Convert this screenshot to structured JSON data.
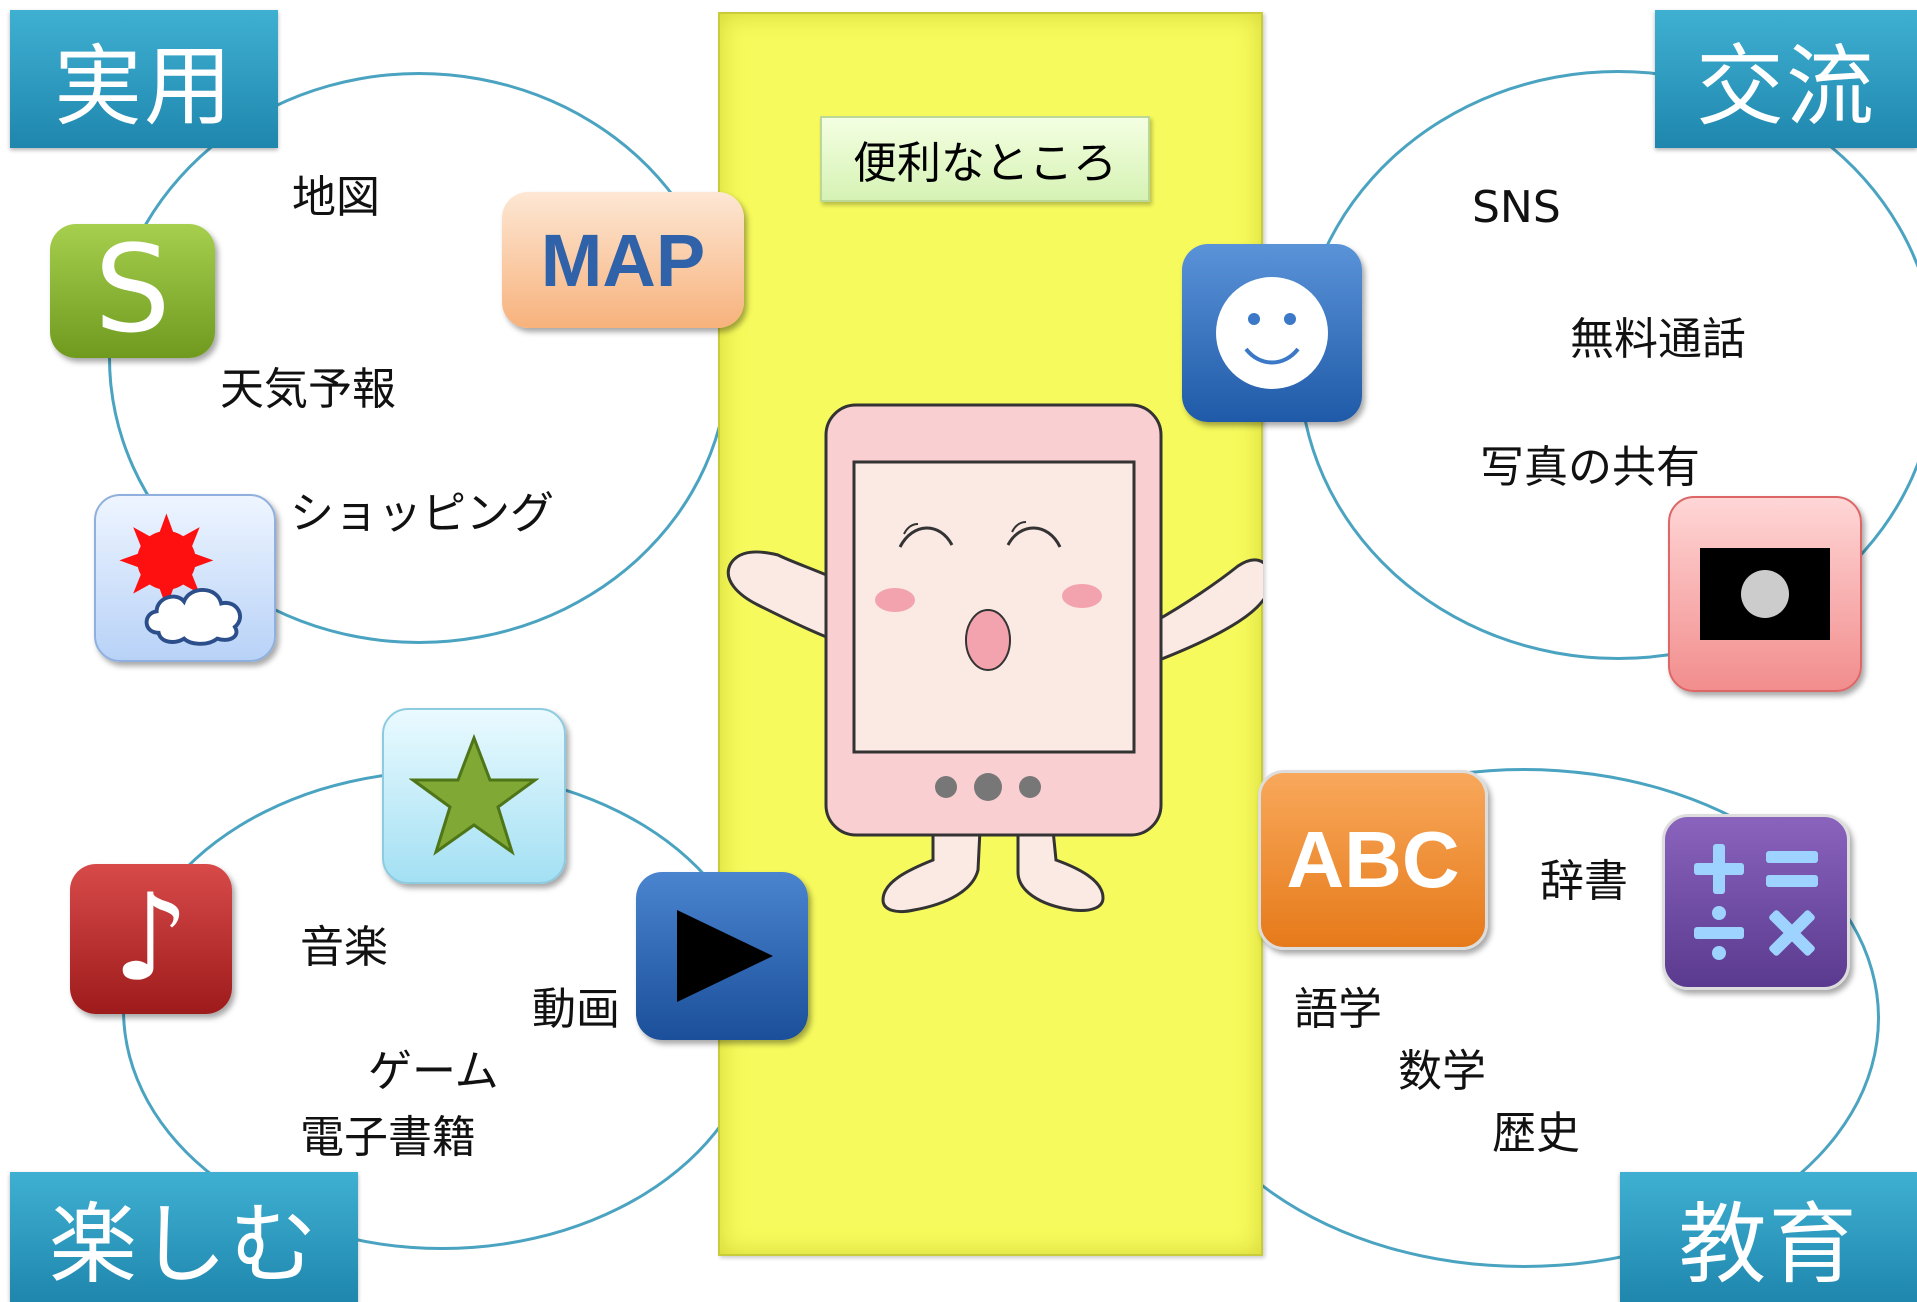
{
  "center": {
    "title": "便利なところ"
  },
  "sections": {
    "practical": {
      "category": "実用",
      "items": [
        "地図",
        "天気予報",
        "ショッピング"
      ],
      "icons": {
        "map_text": "MAP",
        "shop_letter": "S"
      }
    },
    "social": {
      "category": "交流",
      "items": [
        "SNS",
        "無料通話",
        "写真の共有"
      ]
    },
    "fun": {
      "category": "楽しむ",
      "items": [
        "音楽",
        "動画",
        "ゲーム",
        "電子書籍"
      ]
    },
    "education": {
      "category": "教育",
      "items": [
        "辞書",
        "語学",
        "数学",
        "歴史"
      ],
      "icons": {
        "abc_text": "ABC"
      }
    }
  },
  "colors": {
    "category_bg": "#1f86ad",
    "ellipse_stroke": "#4aa3c0",
    "panel": "#f6fa5c",
    "mascot_body": "#f9cfd2"
  }
}
